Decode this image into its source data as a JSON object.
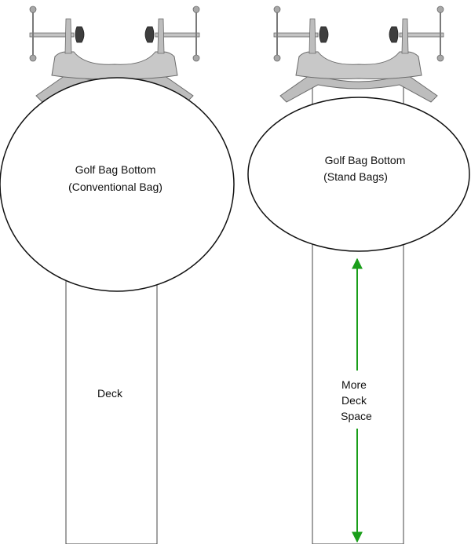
{
  "left_panel": {
    "bag_label": [
      "Golf Bag Bottom",
      "(Conventional Bag)"
    ],
    "deck_label": "Deck"
  },
  "right_panel": {
    "bag_label": [
      "Golf Bag Bottom",
      "(Stand Bags)"
    ],
    "deck_label": [
      "More",
      "Deck",
      "Space"
    ],
    "arrow_color": "#1a9e1a"
  }
}
